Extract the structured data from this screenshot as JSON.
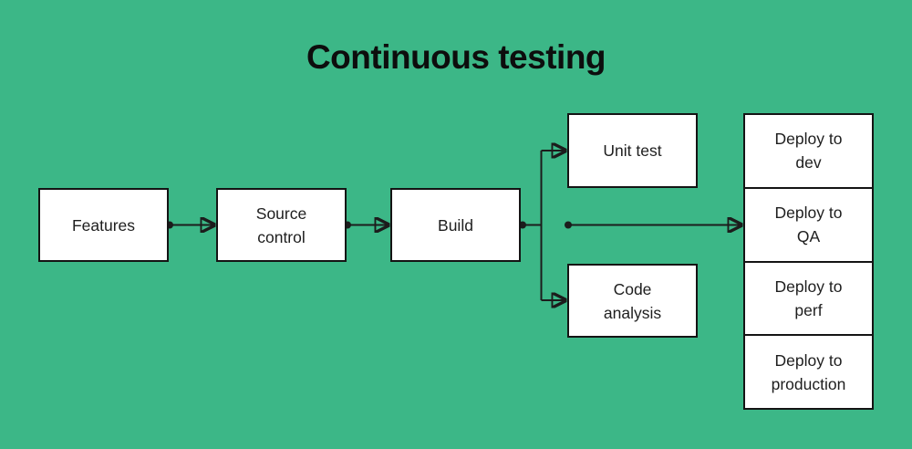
{
  "title": "Continuous testing",
  "colors": {
    "background": "#3cb787",
    "node_fill": "#ffffff",
    "node_border": "#141414",
    "connector": "#1c1c1c",
    "text": "#1e1e1e",
    "title_text": "#0d0d0d"
  },
  "diagram": {
    "nodes": [
      {
        "id": "features",
        "label": "Features"
      },
      {
        "id": "source-control",
        "label": "Source control"
      },
      {
        "id": "build",
        "label": "Build"
      },
      {
        "id": "unit-test",
        "label": "Unit test"
      },
      {
        "id": "code-analysis",
        "label": "Code analysis"
      },
      {
        "id": "deploy-dev",
        "label": "Deploy to dev"
      },
      {
        "id": "deploy-qa",
        "label": "Deploy to QA"
      },
      {
        "id": "deploy-perf",
        "label": "Deploy to perf"
      },
      {
        "id": "deploy-production",
        "label": "Deploy to production"
      }
    ],
    "edges": [
      {
        "from": "features",
        "to": "source-control"
      },
      {
        "from": "source-control",
        "to": "build"
      },
      {
        "from": "build",
        "to": "unit-test"
      },
      {
        "from": "build",
        "to": "code-analysis"
      },
      {
        "from": "build",
        "to": "deploy-qa"
      }
    ]
  }
}
